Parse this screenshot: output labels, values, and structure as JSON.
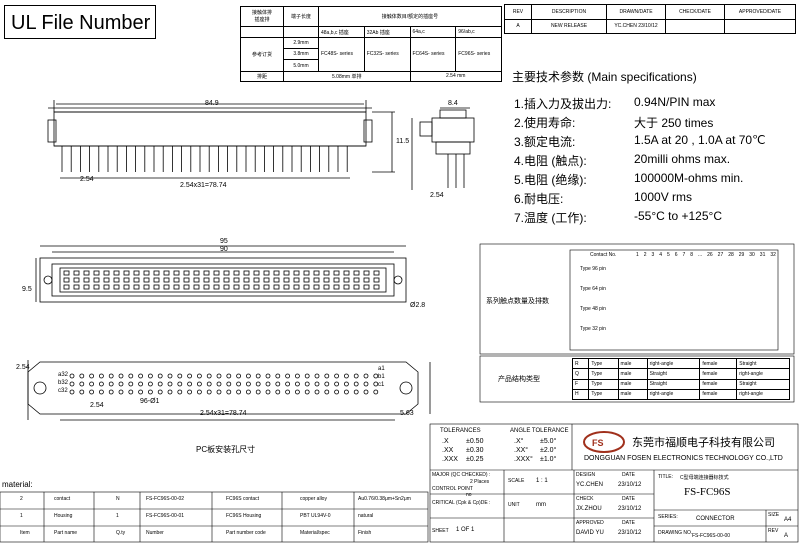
{
  "ul_box": "UL File Number",
  "contact_table": {
    "r1c1a": "接触体排",
    "r1c1b": "插座排",
    "r1c2": "端子长度",
    "r1c3": "接触体数目/额定的插座号",
    "r2": [
      "48a,b,c 插座",
      "32Ab 插座",
      "64a,c",
      "96/ab,c"
    ],
    "ref_label": "参考订货",
    "lengths": [
      "2.9mm",
      "3.8mm",
      "5.0mm"
    ],
    "series": [
      "FC48S- series",
      "FC32S- series",
      "FC64S- series",
      "FC96S- series"
    ],
    "pitch_label": "排距",
    "pitch1": "5.08mm 单排",
    "pitch2": "2.54 mm"
  },
  "rev_table": {
    "headers": [
      "REV",
      "DESCRIPTION",
      "DRAWN/DATE",
      "CHECK/DATE",
      "APPROVED/DATE"
    ],
    "row": [
      "A",
      "NEW RELEASE",
      "YC.CHEN 23/10/12",
      "",
      ""
    ]
  },
  "specs": {
    "title": "主要技术参数 (Main specifications)",
    "items": [
      {
        "label": "1.插入力及拔出力:",
        "value": "0.94N/PIN max"
      },
      {
        "label": "2.使用寿命:",
        "value": "大于  250 times"
      },
      {
        "label": "3.额定电流:",
        "value": "1.5A at 20  , 1.0A at 70℃"
      },
      {
        "label": "4.电阻 (触点):",
        "value": "20milli ohms max."
      },
      {
        "label": "5.电阻 (绝缘):",
        "value": "100000M-ohms min."
      },
      {
        "label": "6.耐电压:",
        "value": "1000V rms"
      },
      {
        "label": "7.温度 (工作):",
        "value": "-55°C to +125°C"
      }
    ]
  },
  "dims": {
    "top_len": "84.9",
    "side_w": "8.4",
    "side_h": "11.5",
    "pitch_a": "2.54",
    "span": "2.54x31=78.74",
    "side_pitch": "2.54",
    "overall": "95",
    "inner": "90",
    "left_h": "9.5",
    "right_d": "Ø2.8",
    "hole_dia": "96-Ø1",
    "b_pitch": "2.54",
    "b_span": "2.54x31=78.74",
    "b_right": "5.63",
    "b_left": "2.54",
    "rows": [
      "a32",
      "b32",
      "c32"
    ],
    "rows_r": [
      "a1",
      "b1",
      "c1"
    ]
  },
  "pcb_label": "PC板安装孔尺寸",
  "series_panel": {
    "label": "系列触点数量及排数",
    "header": "Contact No.",
    "cols": [
      "1",
      "2",
      "3",
      "4",
      "5",
      "6",
      "7",
      "8",
      "...",
      "26",
      "27",
      "28",
      "29",
      "30",
      "31",
      "32"
    ],
    "rows": [
      "Type 96 pin",
      "Type 64 pin",
      "Type 48 pin",
      "Type 32 pin"
    ]
  },
  "structure_panel": {
    "label": "产品结构类型",
    "rows": [
      [
        "R",
        "Type",
        "male",
        "right-angle",
        "female",
        "Straight"
      ],
      [
        "Q",
        "Type",
        "male",
        "Straight",
        "female",
        "right-angle"
      ],
      [
        "F",
        "Type",
        "male",
        "Straight",
        "female",
        "Straight"
      ],
      [
        "H",
        "Type",
        "male",
        "right-angle",
        "female",
        "right-angle"
      ]
    ]
  },
  "tolerances": {
    "title1": "TOLERANCES",
    "title2": "ANGLE TOLERANCE",
    "rows": [
      [
        ".X",
        "±0.50",
        ".X°",
        "±5.0°"
      ],
      [
        ".XX",
        "±0.30",
        ".XX°",
        "±2.0°"
      ],
      [
        ".XXX",
        "±0.25",
        ".XXX°",
        "±1.0°"
      ]
    ]
  },
  "company": {
    "cn": "东莞市福顺电子科技有限公司",
    "en": "DONGGUAN FOSEN ELECTRONICS TECHNOLOGY CO.,LTD"
  },
  "title_block": {
    "major": "MAJOR (QC CHECKED) :",
    "major_v": "2 Places",
    "control": "CONTROL POINT",
    "control_v": "no",
    "critical": "CRITICAL (Cpk & Cp)DE :",
    "scale_l": "SCALE",
    "scale_v": "1 : 1",
    "unit_l": "UNIT",
    "unit_v": "mm",
    "sheet": "SHEET",
    "sheet_v": "1  OF  1",
    "design_l": "DESIGN",
    "design_v": "YC.CHEN",
    "check_l": "CHECK",
    "check_v": "JX.ZHOU",
    "approved_l": "APPROVED",
    "approved_v": "DAVID YU",
    "date_l": "DATE",
    "date_v": "23/10/12",
    "title_l": "TITLE:",
    "title_v": "C型母端连接器标技式",
    "part": "FS-FC96S",
    "series_l": "SERIES:",
    "series_v": "CONNECTOR",
    "size_l": "SIZE",
    "size_v": "A4",
    "drawing_l": "DRAWING NO.",
    "drawing_v": "FS-FC96S-00-00",
    "rev_l": "REV",
    "rev_v": "A"
  },
  "material": {
    "label": "material:",
    "rows": [
      [
        "2",
        "contact",
        "N",
        "FS-FC96S-00-02",
        "FC96S contact",
        "copper alloy",
        "Au0.76/0.38μm+Sn2μm"
      ],
      [
        "1",
        "Housing",
        "1",
        "FS-FC96S-00-01",
        "FC96S Housing",
        "PBT UL94V-0",
        "natural"
      ],
      [
        "Item",
        "Part name",
        "Q.ty",
        "Number",
        "Part number code",
        "Material/spec",
        "Finish"
      ]
    ]
  }
}
